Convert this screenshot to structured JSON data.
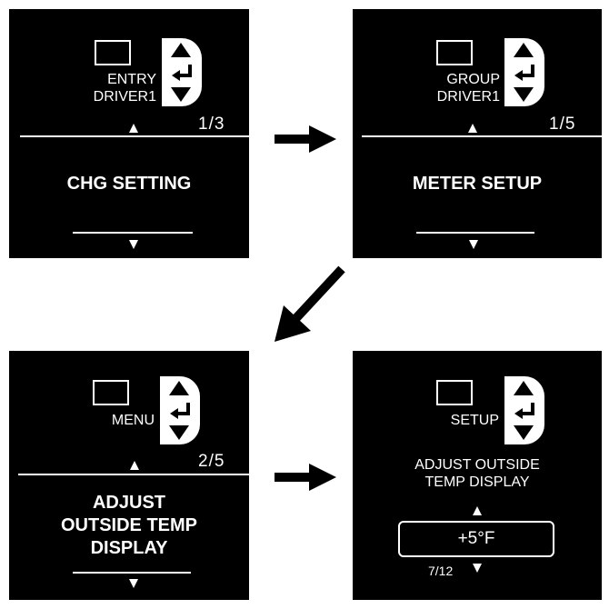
{
  "screens": [
    {
      "context_line1": "ENTRY",
      "context_line2": "DRIVER1",
      "page": "1/3",
      "item": "CHG SETTING"
    },
    {
      "context_line1": "GROUP",
      "context_line2": "DRIVER1",
      "page": "1/5",
      "item": "METER SETUP"
    },
    {
      "context_line1": "MENU",
      "page": "2/5",
      "item_lines": [
        "ADJUST",
        "OUTSIDE TEMP",
        "DISPLAY"
      ]
    },
    {
      "context_line1": "SETUP",
      "heading_lines": [
        "ADJUST OUTSIDE",
        "TEMP DISPLAY"
      ],
      "value": "+5°F",
      "page": "7/12"
    }
  ],
  "icons": {
    "frame": "display-frame-icon",
    "nav": "up-enter-down-switch-icon",
    "flow_arrow": "right-arrow-icon",
    "flow_arrow_diag": "down-left-arrow-icon"
  },
  "colors": {
    "screen_bg": "#000000",
    "screen_fg": "#ffffff",
    "page_bg": "#ffffff",
    "arrow": "#000000"
  }
}
